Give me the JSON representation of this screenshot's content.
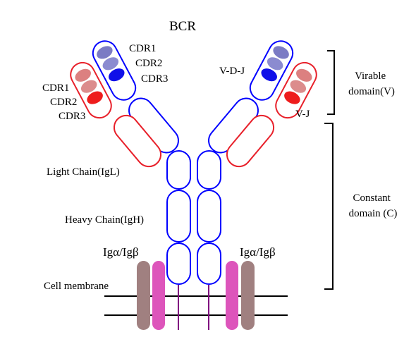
{
  "title": "BCR",
  "labels": {
    "cdr1_heavy_left": "CDR1",
    "cdr2_heavy_left": "CDR2",
    "cdr3_heavy_left": "CDR3",
    "cdr1_light_left": "CDR1",
    "cdr2_light_left": "CDR2",
    "cdr3_light_left": "CDR3",
    "vdj": "V-D-J",
    "vj": "V-J",
    "light_chain": "Light Chain(IgL)",
    "heavy_chain": "Heavy Chain(IgH)",
    "ig_left": "Igα/Igβ",
    "ig_right": "Igα/Igβ",
    "cell_membrane": "Cell membrane"
  },
  "domains": {
    "variable": [
      "Virable",
      "domain(V)"
    ],
    "constant": [
      "Constant",
      "domain (C)"
    ]
  },
  "colors": {
    "heavy_chain": "#0000ff",
    "light_chain": "#e8202a",
    "cdr_heavy_1": "#7b7bc4",
    "cdr_heavy_2": "#8b8bd0",
    "cdr_heavy_3": "#1010e8",
    "cdr_light_1": "#dc8080",
    "cdr_light_2": "#dc8c8c",
    "cdr_light_3": "#ee1c1c",
    "ig_alpha": "#dd55bb",
    "ig_beta": "#a08080",
    "membrane": "#000000",
    "tail": "#800080"
  }
}
